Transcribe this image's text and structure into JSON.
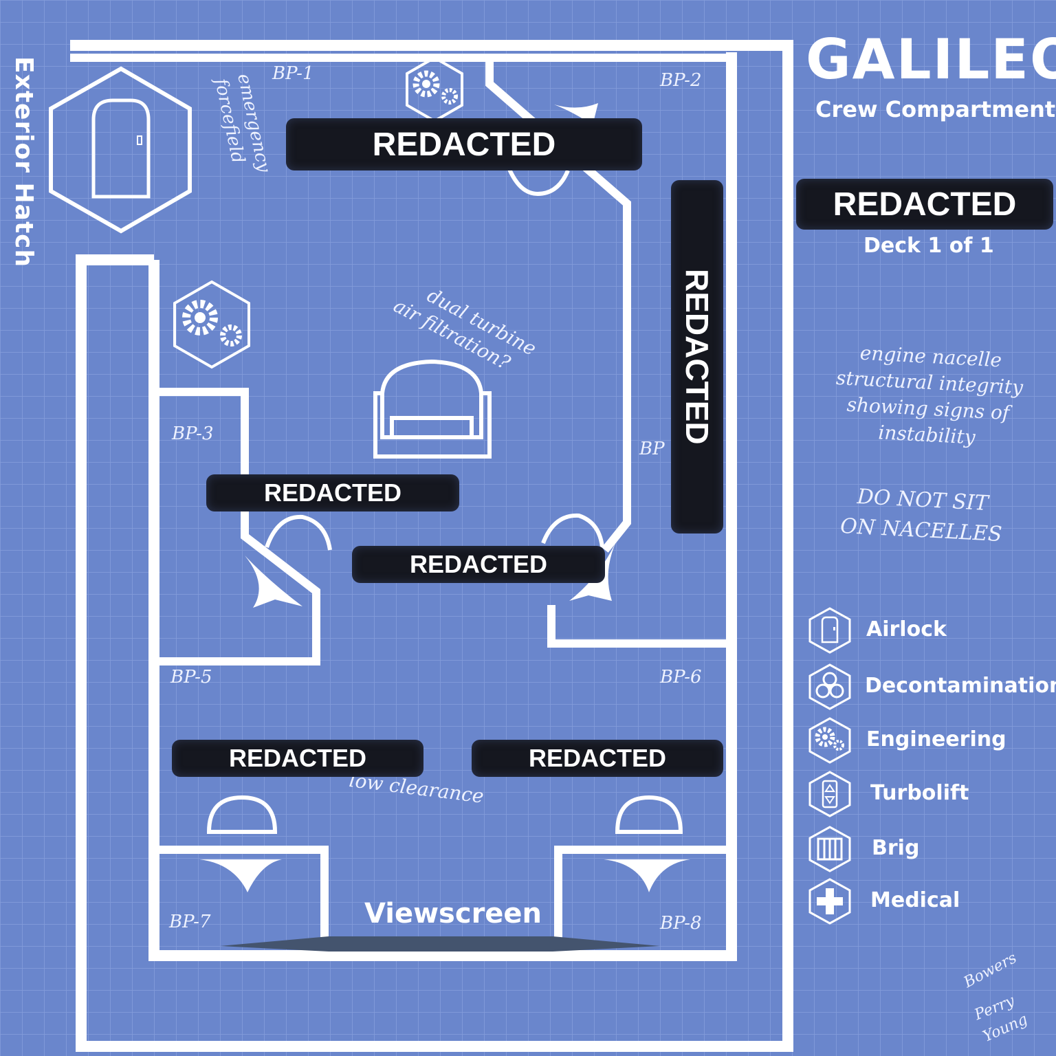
{
  "header": {
    "title": "GALILEO",
    "subtitle": "Crew Compartment",
    "redacted_label": "REDACTED",
    "deck_label": "Deck 1 of 1"
  },
  "plan": {
    "exterior_hatch_label": "Exterior Hatch",
    "viewscreen_label": "Viewscreen",
    "rooms": {
      "bp1": "BP-1",
      "bp2": "BP-2",
      "bp3": "BP-3",
      "bp4": "BP",
      "bp5": "BP-5",
      "bp6": "BP-6",
      "bp7": "BP-7",
      "bp8": "BP-8"
    },
    "redaction_bars": {
      "top": "REDACTED",
      "vertical": "REDACTED",
      "mid_left": "REDACTED",
      "mid_center": "REDACTED",
      "lower_left": "REDACTED",
      "lower_right": "REDACTED"
    },
    "notes": {
      "forcefield_line1": "emergency",
      "forcefield_line2": "forcefield",
      "air_line1": "dual turbine",
      "air_line2": "air filtration?",
      "clearance": "low clearance",
      "nacelle_line1": "engine nacelle",
      "nacelle_line2": "structural integrity",
      "nacelle_line3": "showing signs of",
      "nacelle_line4": "instability",
      "warning_line1": "DO NOT SIT",
      "warning_line2": "ON NACELLES"
    }
  },
  "legend": [
    {
      "label": "Airlock",
      "icon": "airlock-door-icon"
    },
    {
      "label": "Decontamination",
      "icon": "biohazard-icon"
    },
    {
      "label": "Engineering",
      "icon": "gears-icon"
    },
    {
      "label": "Turbolift",
      "icon": "turbolift-arrows-icon"
    },
    {
      "label": "Brig",
      "icon": "brig-bars-icon"
    },
    {
      "label": "Medical",
      "icon": "medical-cross-icon"
    }
  ],
  "signature": {
    "line1": "Bowers",
    "line2": "Perry",
    "line3": "Young"
  },
  "colors": {
    "background": "#6a86cc",
    "grid": "#8aa0dc",
    "line": "#ffffff",
    "redaction": "#15171f"
  }
}
